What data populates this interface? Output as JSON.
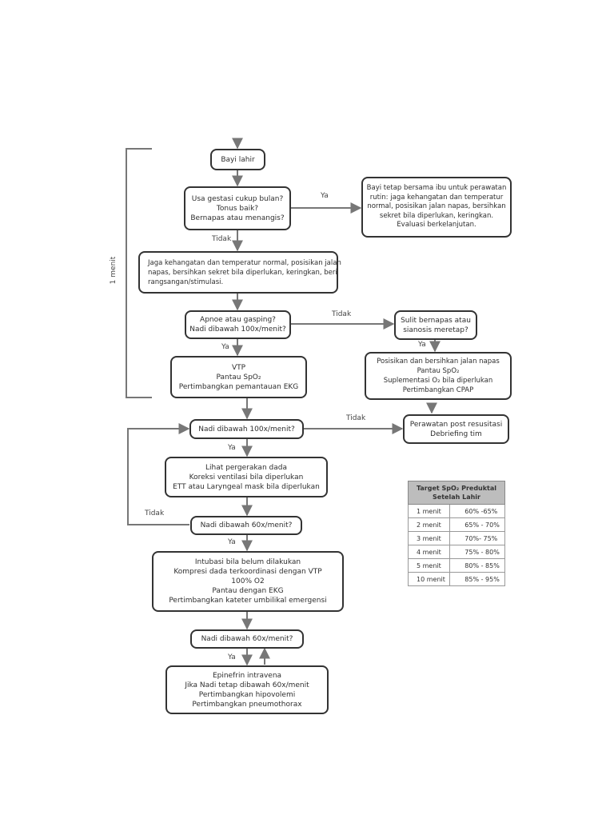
{
  "nodes": {
    "bayi_lahir": {
      "lines": [
        "Bayi lahir"
      ]
    },
    "q_assess": {
      "lines": [
        "Usa gestasi cukup bulan?",
        "Tonus baik?",
        "Bernapas atau menangis?"
      ]
    },
    "routine_care": {
      "lines": [
        "Bayi tetap bersama ibu untuk perawatan",
        "rutin: jaga kehangatan dan temperatur",
        "normal, posisikan jalan napas, bersihkan",
        "sekret bila diperlukan, keringkan.",
        "Evaluasi berkelanjutan."
      ]
    },
    "initial_steps": {
      "lines": [
        "Jaga kehangatan dan temperatur normal, posisikan jalan",
        "napas, bersihkan sekret bila diperlukan, keringkan, beri",
        "rangsangan/stimulasi."
      ]
    },
    "q_apnea": {
      "lines": [
        "Apnoe atau gasping?",
        "Nadi dibawah 100x/menit?"
      ]
    },
    "q_labored": {
      "lines": [
        "Sulit bernapas atau",
        "sianosis meretap?"
      ]
    },
    "vtp": {
      "lines": [
        "VTP",
        "Pantau SpO₂",
        "Pertimbangkan pemantauan EKG"
      ]
    },
    "positioning": {
      "lines": [
        "Posisikan dan bersihkan jalan napas",
        "Pantau SpO₂",
        "Suplementasi O₂ bila diperlukan",
        "Pertimbangkan CPAP"
      ]
    },
    "q_hr100": {
      "lines": [
        "Nadi dibawah 100x/menit?"
      ]
    },
    "post_resus": {
      "lines": [
        "Perawatan post resusitasi",
        "Debriefing tim"
      ]
    },
    "chest_move": {
      "lines": [
        "Lihat pergerakan dada",
        "Koreksi ventilasi bila diperlukan",
        "ETT atau Laryngeal mask bila diperlukan"
      ]
    },
    "q_hr60a": {
      "lines": [
        "Nadi dibawah 60x/menit?"
      ]
    },
    "intubation": {
      "lines": [
        "Intubasi bila belum dilakukan",
        "Kompresi dada terkoordinasi dengan VTP",
        "100% O2",
        "Pantau dengan EKG",
        "Pertimbangkan kateter umbilikal emergensi"
      ]
    },
    "q_hr60b": {
      "lines": [
        "Nadi dibawah 60x/menit?"
      ]
    },
    "epinephrine": {
      "lines": [
        "Epinefrin intravena",
        "Jika Nadi tetap dibawah 60x/menit",
        "Pertimbangkan hipovolemi",
        "Pertimbangkan pneumothorax"
      ]
    }
  },
  "labels": {
    "ya_routine": "Ya",
    "tidak_initial": "Tidak",
    "tidak_apnea": "Tidak",
    "ya_vtp": "Ya",
    "ya_positioning": "Ya",
    "tidak_post": "Tidak",
    "ya_chest": "Ya",
    "tidak_loop": "Tidak",
    "ya_intubation": "Ya",
    "ya_epinephrine": "Ya"
  },
  "time_bracket_label": "1 menit",
  "spo2_table": {
    "title_line1": "Target SpO₂ Preduktal",
    "title_line2": "Setelah Lahir",
    "rows": [
      {
        "time": "1 menit",
        "range": "60% -65%"
      },
      {
        "time": "2 menit",
        "range": "65% - 70%"
      },
      {
        "time": "3 menit",
        "range": "70%- 75%"
      },
      {
        "time": "4 menit",
        "range": "75% - 80%"
      },
      {
        "time": "5 menit",
        "range": "80% - 85%"
      },
      {
        "time": "10 menit",
        "range": "85% - 95%"
      }
    ]
  },
  "colors": {
    "line": "#777777",
    "border": "#333333",
    "table_header": "#bdbdbd"
  }
}
